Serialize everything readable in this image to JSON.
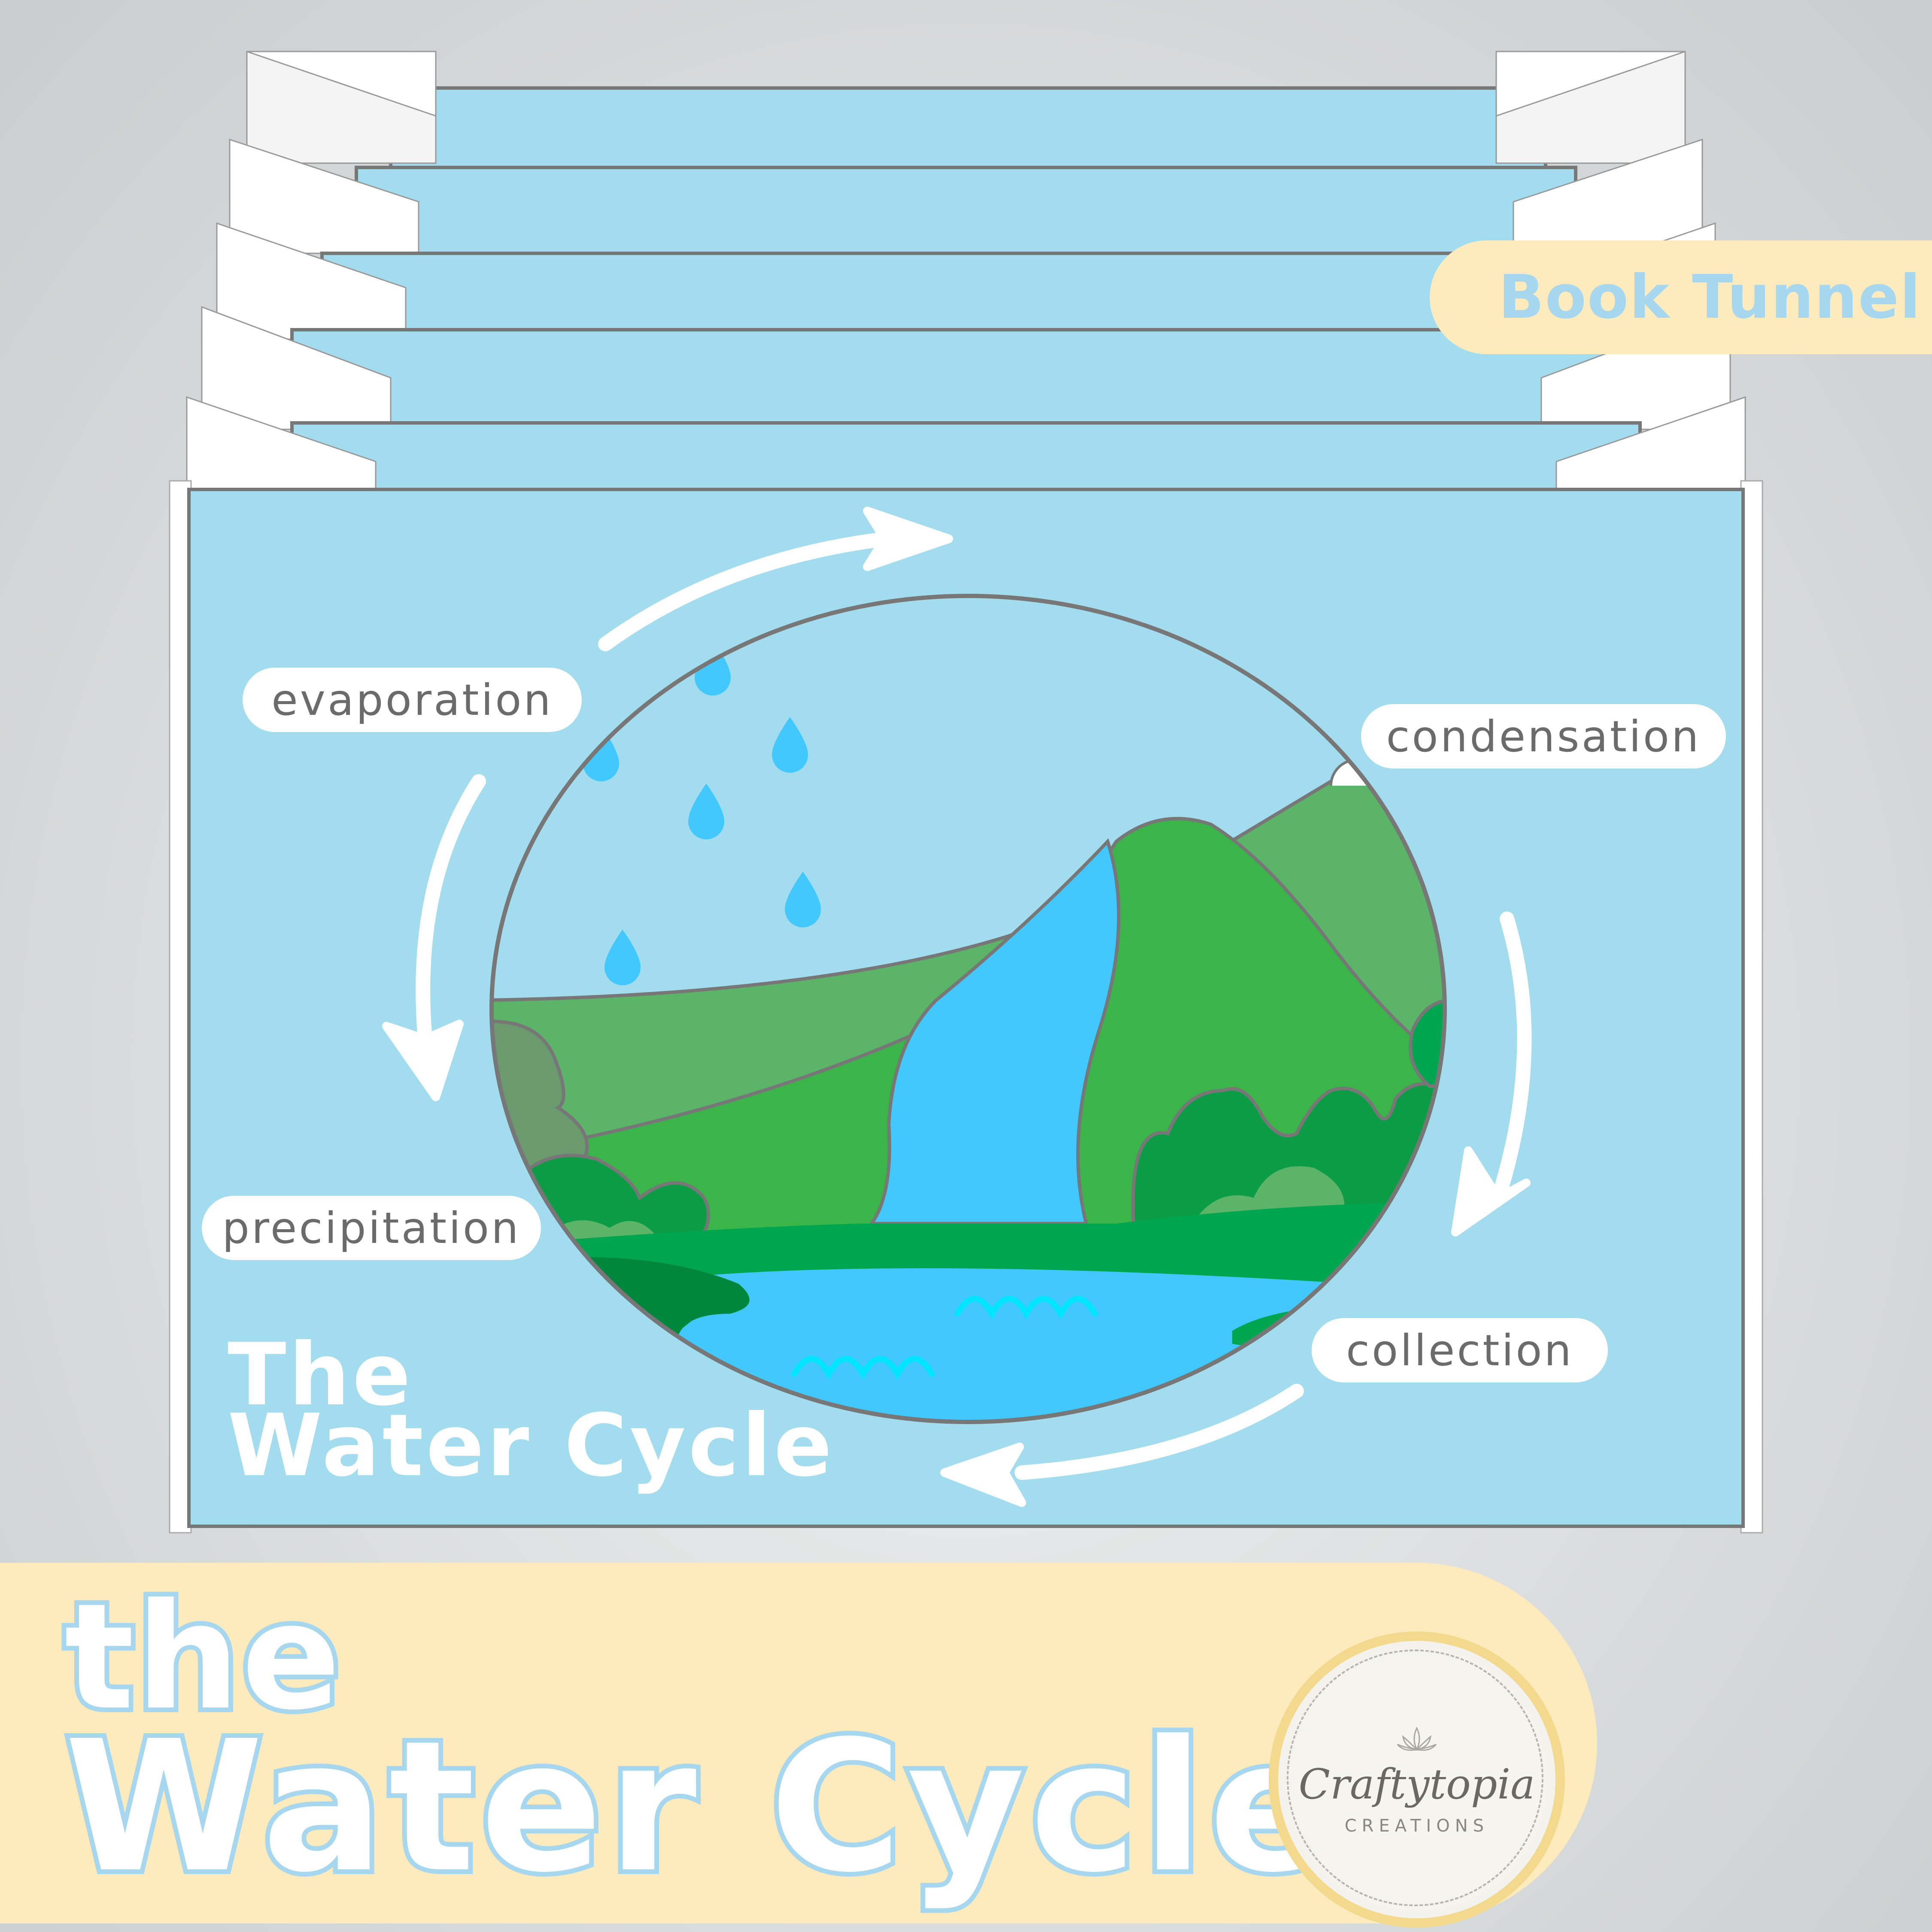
{
  "badge": {
    "label": "Book Tunnel"
  },
  "diagram": {
    "labels": {
      "evaporation": "evaporation",
      "condensation": "condensation",
      "precipitation": "precipitation",
      "collection": "collection"
    },
    "title_line1": "The",
    "title_line2": "Water Cycle"
  },
  "banner": {
    "title_line1": "the",
    "title_line2": "Water Cycle"
  },
  "logo": {
    "name": "Craftytopia",
    "sub": "CREATIONS"
  },
  "colors": {
    "sky": "#a4dcef",
    "water": "#42c8fc",
    "banner": "#fdebbd",
    "accent": "#a6d7ef"
  }
}
